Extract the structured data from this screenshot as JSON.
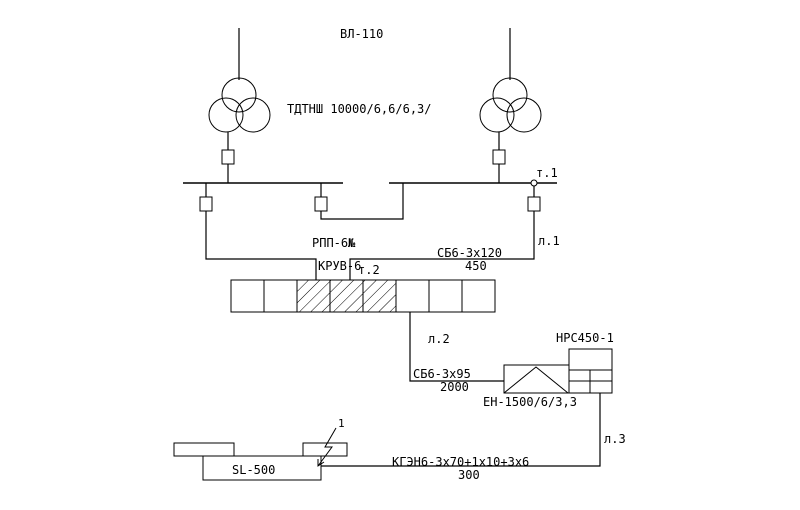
{
  "labels": {
    "line_vl": "ВЛ-110",
    "transformer": "ТДТНШ 10000/6,6/6,3/",
    "point1": "т.1",
    "line1": "л.1",
    "rpp_prefix": "РПП-6",
    "rpp_no": "№",
    "cable1": "СБ6-3х120",
    "cable1_len": "450",
    "kruv": "КРУВ-6",
    "point2": "т.2",
    "line2": "л.2",
    "nrs": "НРС450-1",
    "cable2": "СБ6-3х95",
    "cable2_len": "2000",
    "en": "ЕН-1500/6/3,3",
    "line3": "л.3",
    "marker1": "1",
    "sl": "SL-500",
    "cable3": "КГЭН6-3х70+1х10+3х6",
    "cable3_len": "300"
  },
  "switchgear": {
    "cells": 8,
    "hatched_cells": [
      3,
      4,
      5
    ]
  }
}
